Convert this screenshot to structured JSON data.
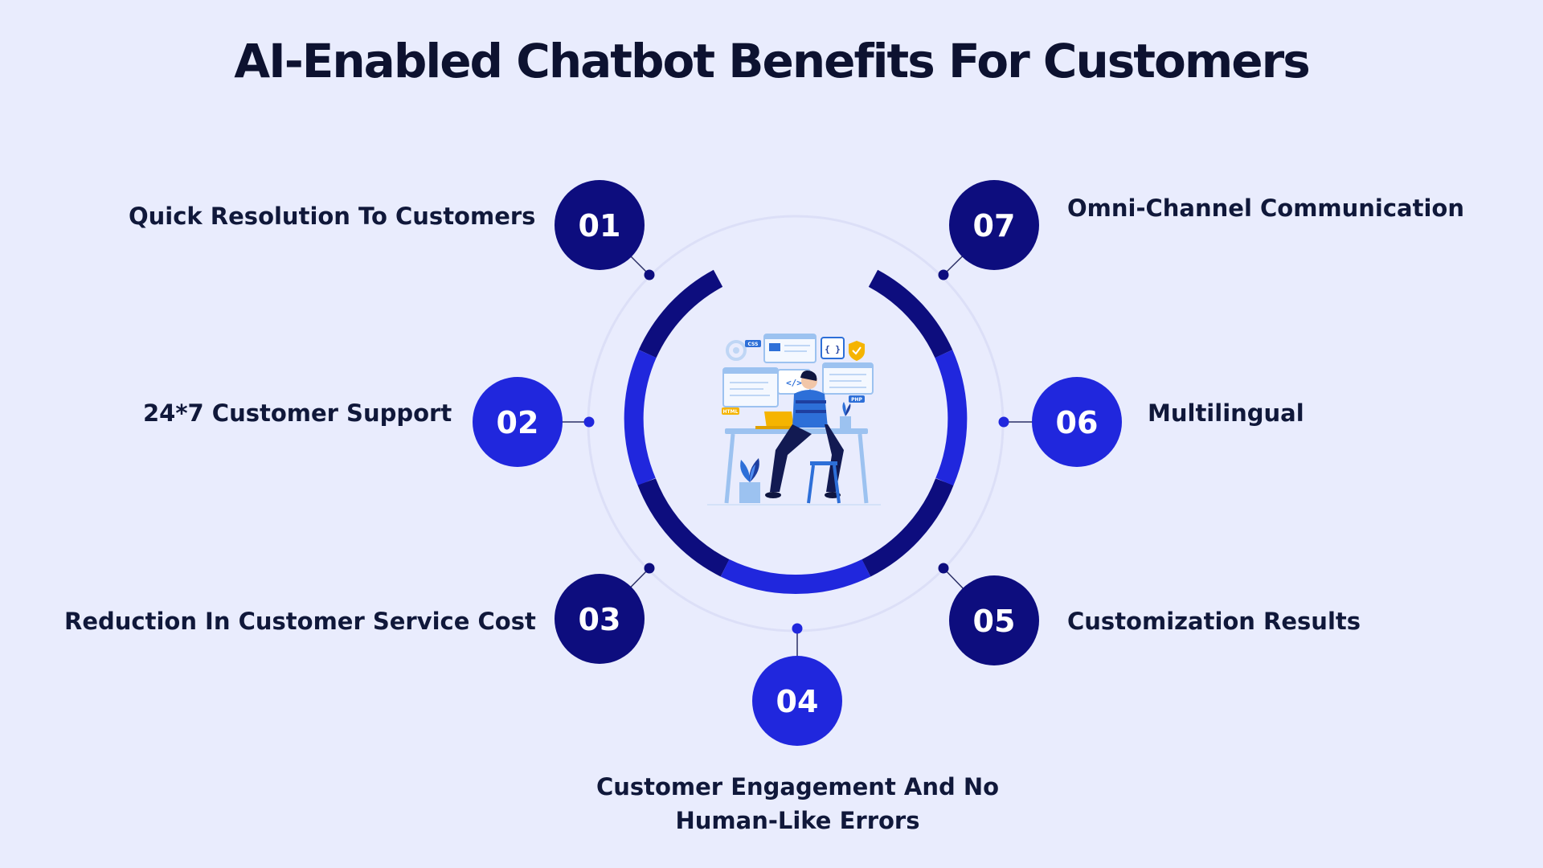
{
  "title": "AI-Enabled Chatbot Benefits For Customers",
  "colors": {
    "background": "#E9ECFD",
    "dark_navy": "#0D0D7E",
    "royal_blue": "#2027DD",
    "text": "#10183A"
  },
  "benefits": [
    {
      "number": "01",
      "label": "Quick Resolution To Customers",
      "color": "#0D0D7E"
    },
    {
      "number": "02",
      "label": "24*7 Customer Support",
      "color": "#2027DD"
    },
    {
      "number": "03",
      "label": "Reduction In Customer Service Cost",
      "color": "#0D0D7E"
    },
    {
      "number": "04",
      "label": "Customer Engagement And No Human-Like Errors",
      "color": "#2027DD"
    },
    {
      "number": "05",
      "label": "Customization Results",
      "color": "#0D0D7E"
    },
    {
      "number": "06",
      "label": "Multilingual",
      "color": "#2027DD"
    },
    {
      "number": "07",
      "label": "Omni-Channel Communication",
      "color": "#0D0D7E"
    }
  ],
  "illustration": {
    "name": "developer-at-desk-illustration",
    "badges": [
      "CSS",
      "HTML",
      "PHP",
      "</>",
      "{ }"
    ]
  }
}
